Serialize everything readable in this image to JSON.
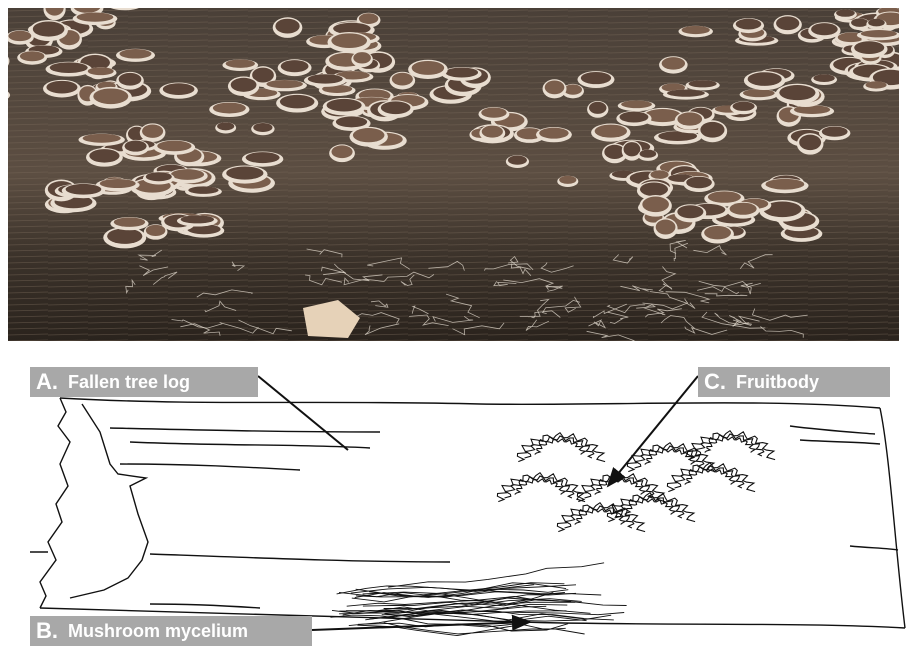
{
  "labels": {
    "a": {
      "letter": "A.",
      "text": "Fallen tree log"
    },
    "b": {
      "letter": "B.",
      "text": "Mushroom mycelium"
    },
    "c": {
      "letter": "C.",
      "text": "Fruitbody"
    }
  },
  "colors": {
    "label_bg": "#a8a8a8",
    "label_text": "#ffffff",
    "line": "#111111",
    "bark_dark": "#3a322b",
    "bark_mid": "#6a5a4c",
    "fungus_cap": "#5a4438",
    "fungus_rim": "#e8ddd0",
    "mycelium": "#e6ddd2"
  }
}
